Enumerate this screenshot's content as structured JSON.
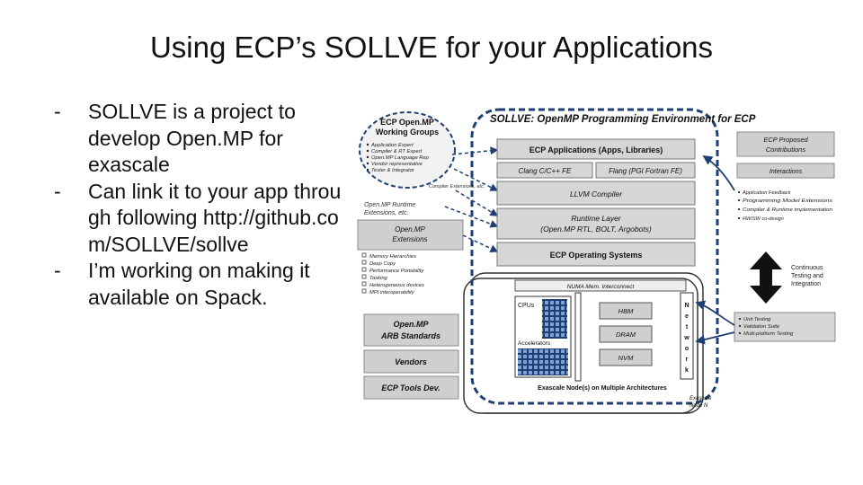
{
  "slide": {
    "title": "Using ECP’s SOLLVE for your Applications",
    "bullets": [
      "SOLLVE is a project to develop Open.MP for exascale",
      "Can link it to your app through following http://github.com/SOLLVE/sollve",
      "I’m working on making it available on Spack."
    ],
    "bullet_marker": "-"
  },
  "diagram": {
    "title": "SOLLVE: OpenMP Programming Environment for ECP",
    "working_groups": {
      "title_line1": "ECP Open.MP",
      "title_line2": "Working Groups",
      "items": [
        "Application Expert",
        "Compiler & RT Expert",
        "Open.MP Language Rep",
        "Vendor representative",
        "Tester & Integrator"
      ]
    },
    "compiler_extensions": "Compiler Extensions, etc.",
    "runtime_label_line1": "Open.MP Runtime",
    "runtime_label_line2": "Extensions, etc.",
    "openmp_extensions_line1": "Open.MP",
    "openmp_extensions_line2": "Extensions",
    "checklist": [
      "Memory Hierarchies",
      "Deep Copy",
      "Performance Portability",
      "Tasking",
      "Heterogeneous devices",
      "MPI interoperability"
    ],
    "arb_line1": "Open.MP",
    "arb_line2": "ARB Standards",
    "vendors": "Vendors",
    "tools": "ECP Tools Dev.",
    "ecp_apps": "ECP Applications (Apps, Libraries)",
    "clang": "Clang C/C++ FE",
    "flang": "Flang (PGI Fortran FE)",
    "llvm": "LLVM Compiler",
    "runtime_line1": "Runtime Layer",
    "runtime_line2": "(Open.MP RTL, BOLT, Argobots)",
    "os": "ECP Operating Systems",
    "numa": "NUMA Mem. Interconnect",
    "cpus": "CPUs",
    "accelerators": "Accelerators",
    "hbm": "HBM",
    "dram": "DRAM",
    "nvm": "NVM",
    "network_letters": [
      "N",
      "e",
      "t",
      "w",
      "o",
      "r",
      "k"
    ],
    "exascale_node": "Exascale Node(s) on Multiple Architectures",
    "exascale_node_n_line1": "Exascale",
    "exascale_node_n_line2": "Node N",
    "proposed_line1": "ECP Proposed",
    "proposed_line2": "Contributions",
    "interactions": "Interactions",
    "feedback": [
      "Application Feedback",
      "Programming Model Extensions",
      "Compiler & Runtime implementation",
      "HW/SW co-design"
    ],
    "ci_line1": "Continuous",
    "ci_line2": "Testing and",
    "ci_line3": "Integration",
    "testing": [
      "Unit Testing",
      "Validation Suite",
      "Multi-platform Testing"
    ]
  }
}
